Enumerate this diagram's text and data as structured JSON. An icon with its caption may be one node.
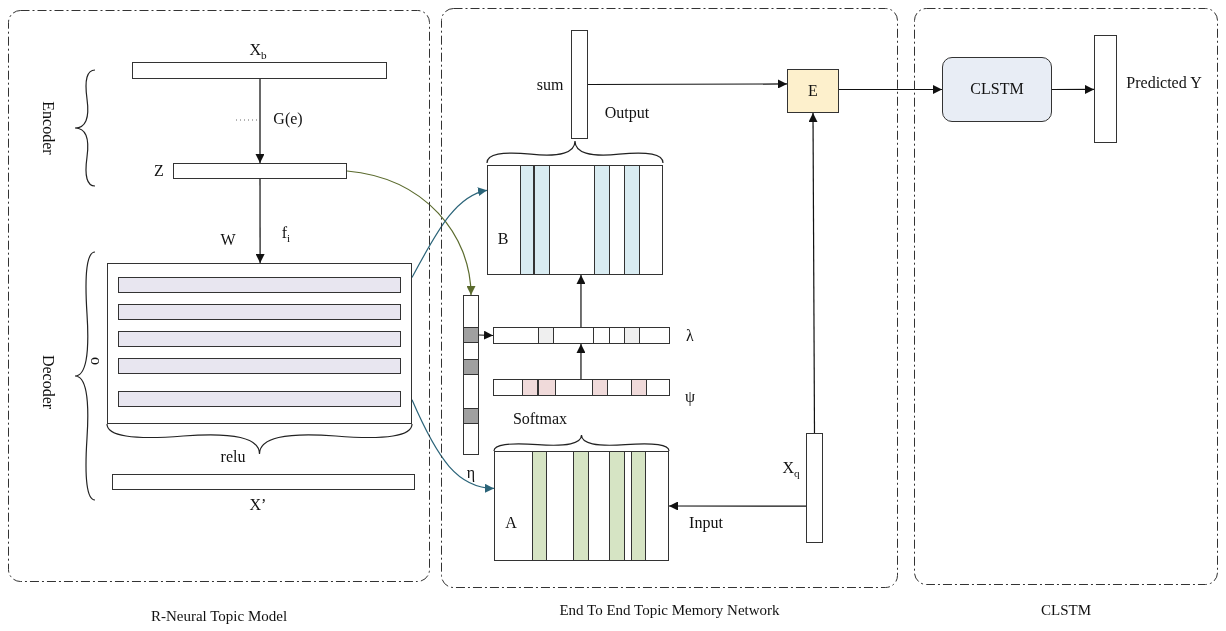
{
  "diagram": {
    "nodes": [
      {
        "text": [
          "R-Neural Topic Model"
        ]
      },
      {
        "text": [
          "X$_{b}$"
        ],
        "in": 0
      },
      {
        "text": [
          "Z"
        ],
        "in": 0
      },
      {
        "text": [],
        "shape": "box",
        "in": 0
      },
      {
        "text": [
          "X’"
        ],
        "in": 0
      },
      {
        "text": [
          "End To End Topic Memory Network"
        ]
      },
      {
        "text": [
          "sum"
        ],
        "in": 5
      },
      {
        "text": [
          "B"
        ],
        "in": 5
      },
      {
        "text": [
          "η"
        ],
        "in": 5
      },
      {
        "text": [
          "λ"
        ],
        "in": 5
      },
      {
        "text": [
          "ψ"
        ],
        "in": 5
      },
      {
        "text": [
          "A"
        ],
        "in": 5
      },
      {
        "text": [
          "X$_{q}$"
        ],
        "in": 5
      },
      {
        "text": [
          "E"
        ],
        "in": 5
      },
      {
        "text": [
          "CLSTM"
        ]
      },
      {
        "text": [
          "CLSTM"
        ],
        "in": 14
      },
      {
        "text": [
          "Predicted Y"
        ],
        "in": 14
      }
    ],
    "edges": [
      {
        "from": 1,
        "to": 2,
        "arrow": "to",
        "label": "G(e)"
      },
      {
        "from": 2,
        "to": 3,
        "arrow": "to",
        "label": "f$_{i}$"
      },
      {
        "from": 2,
        "to": 8,
        "arrow": "to",
        "color": "#5b6b2e"
      },
      {
        "from": 3,
        "to": 7,
        "arrow": "to",
        "color": "#2b6479"
      },
      {
        "from": 3,
        "to": 11,
        "arrow": "to",
        "color": "#2b6479"
      },
      {
        "from": 8,
        "to": 9,
        "arrow": "to"
      },
      {
        "from": 10,
        "to": 9,
        "arrow": "to"
      },
      {
        "from": 9,
        "to": 7,
        "arrow": "to"
      },
      {
        "from": 12,
        "to": 11,
        "arrow": "to",
        "label": "Input"
      },
      {
        "from": 12,
        "to": 13,
        "arrow": "to"
      },
      {
        "from": 6,
        "to": 13,
        "arrow": "to"
      },
      {
        "from": 13,
        "to": 15,
        "arrow": "to"
      },
      {
        "from": 15,
        "to": 16,
        "arrow": "to"
      }
    ],
    "labels": [
      "Encoder",
      "W",
      "Decoder",
      "o",
      "relu",
      "Output",
      "Softmax"
    ]
  }
}
